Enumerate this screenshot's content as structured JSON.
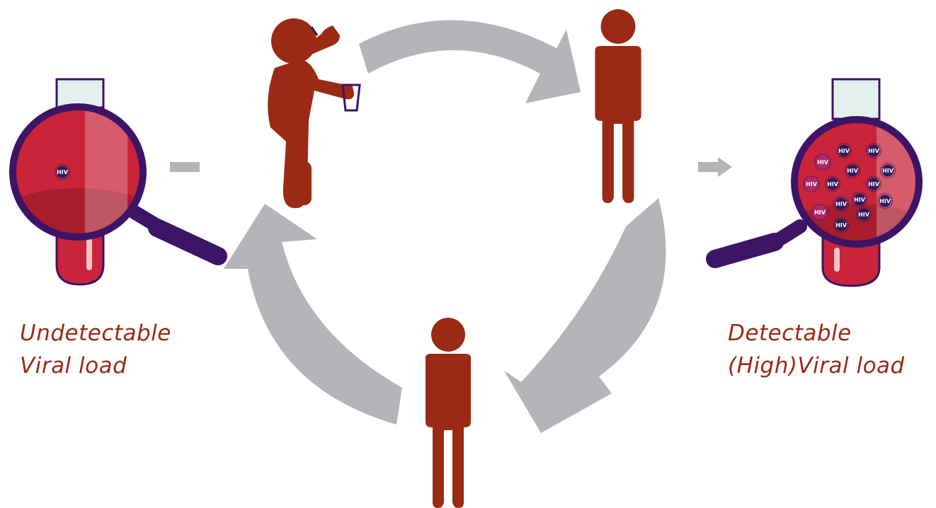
{
  "labels": {
    "left_line1": "Undetectable",
    "left_line2": "Viral load",
    "right_line1": "Detectable",
    "right_line2": "(High)Viral load",
    "virus": "HIV"
  },
  "colors": {
    "figure": "#9b2a15",
    "arrow": "#b3b5b8",
    "blood": "#c9243a",
    "lens_rim": "#3d1466",
    "virus": "#2e1a5e",
    "virus_highlight": "#b0286a"
  },
  "icons": [
    "person-drinking-icon",
    "person-standing-icon",
    "magnifier-test-tube-icon",
    "hiv-virus-icon",
    "cycle-arrow-icon"
  ]
}
